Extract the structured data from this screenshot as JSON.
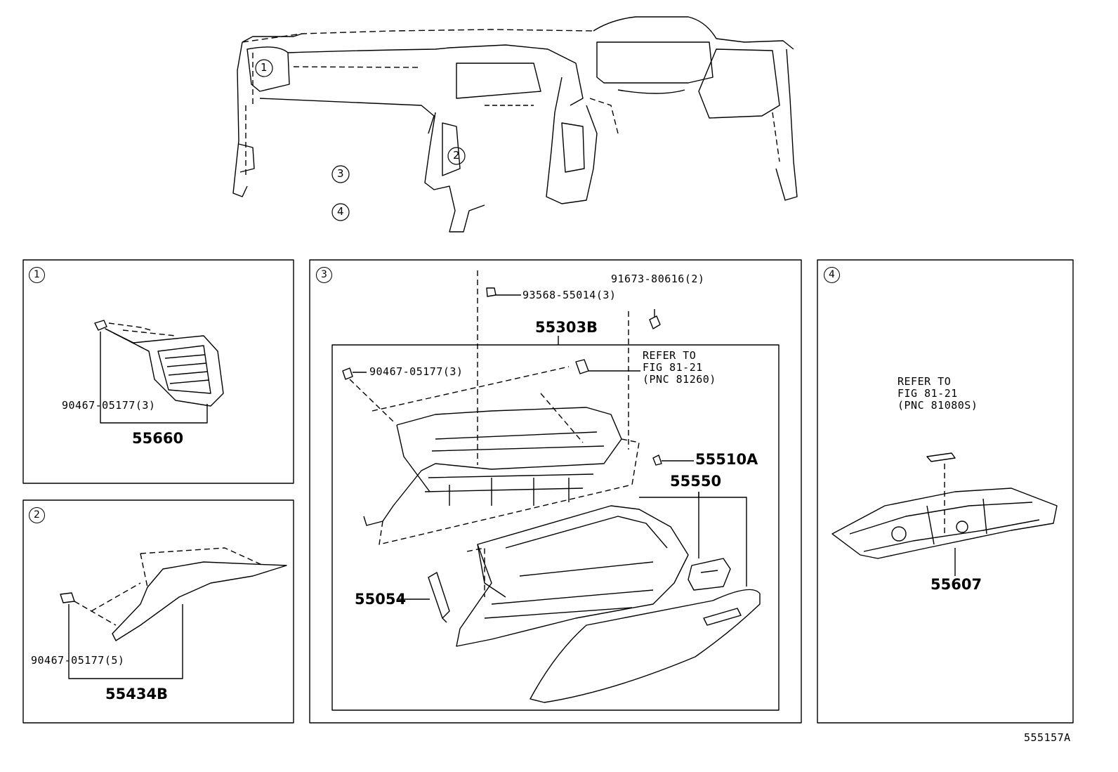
{
  "figure_id": "555157A",
  "overview": {
    "callouts": [
      "1",
      "2",
      "3",
      "4"
    ]
  },
  "panels": [
    {
      "id": "1",
      "parts": [
        {
          "key": "clip",
          "label": "90467-05177(3)"
        },
        {
          "key": "main",
          "label": "55660"
        }
      ]
    },
    {
      "id": "2",
      "parts": [
        {
          "key": "clip",
          "label": "90467-05177(5)"
        },
        {
          "key": "main",
          "label": "55434B"
        }
      ]
    },
    {
      "id": "3",
      "parts": [
        {
          "key": "screw",
          "label": "93568-55014(3)"
        },
        {
          "key": "nut",
          "label": "91673-80616(2)"
        },
        {
          "key": "assembly",
          "label": "55303B"
        },
        {
          "key": "clip",
          "label": "90467-05177(3)"
        },
        {
          "key": "ref",
          "label": "REFER TO\nFIG 81-21\n(PNC 81260)"
        },
        {
          "key": "stopper",
          "label": "55510A"
        },
        {
          "key": "door",
          "label": "55550"
        },
        {
          "key": "damper",
          "label": "55054"
        }
      ]
    },
    {
      "id": "4",
      "parts": [
        {
          "key": "ref",
          "label": "REFER TO\nFIG 81-21\n(PNC 81080S)"
        },
        {
          "key": "main",
          "label": "55607"
        }
      ]
    }
  ]
}
